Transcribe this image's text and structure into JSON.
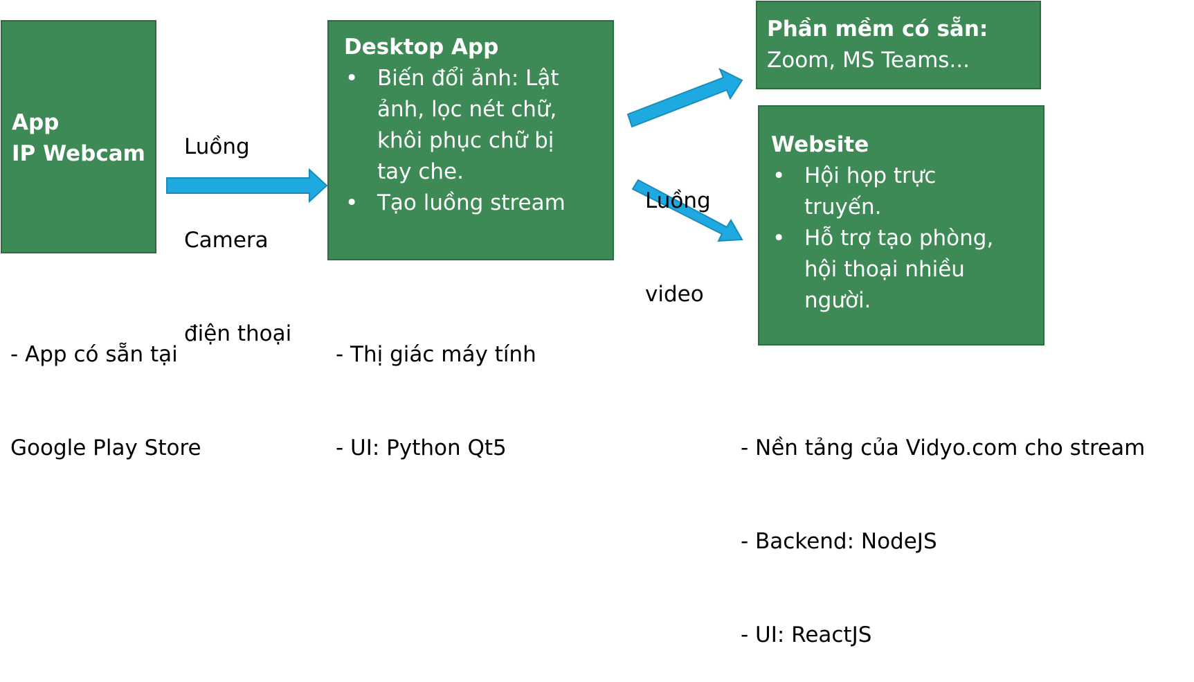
{
  "colors": {
    "box_fill": "#3E8A56",
    "box_border": "#2E6B3E",
    "arrow_fill": "#1EAAE0",
    "arrow_border": "#1A8CBA",
    "label_text": "#000000",
    "box_text": "#FFFFFF"
  },
  "nodes": {
    "ip_webcam": {
      "line1": "App",
      "line2": "IP Webcam",
      "caption": [
        "- App có sẵn tại",
        "Google Play Store"
      ]
    },
    "desktop_app": {
      "title": "Desktop App",
      "bullets": [
        [
          "Biến đổi ảnh: Lật",
          "ảnh, lọc nét chữ,",
          "khôi phục chữ bị",
          "tay che."
        ],
        [
          "Tạo luồng stream"
        ]
      ],
      "caption": [
        "- Thị giác máy tính",
        "- UI: Python Qt5"
      ]
    },
    "existing_software": {
      "title": "Phần mềm có sẵn:",
      "line2": "Zoom, MS Teams..."
    },
    "website": {
      "title": "Website",
      "bullets": [
        [
          "Hội họp trực",
          "truyến."
        ],
        [
          "Hỗ trợ tạo phòng,",
          "hội thoại nhiều",
          "người."
        ]
      ],
      "caption": [
        "- Nền tảng của Vidyo.com cho stream",
        "- Backend: NodeJS",
        "- UI: ReactJS"
      ]
    }
  },
  "edges": {
    "camera_stream": {
      "label": [
        "Luồng",
        "Camera",
        "điện thoại"
      ],
      "from": "ip_webcam",
      "to": "desktop_app"
    },
    "video_stream": {
      "label": [
        "Luồng",
        "video"
      ],
      "from": "desktop_app",
      "to": [
        "existing_software",
        "website"
      ]
    }
  }
}
